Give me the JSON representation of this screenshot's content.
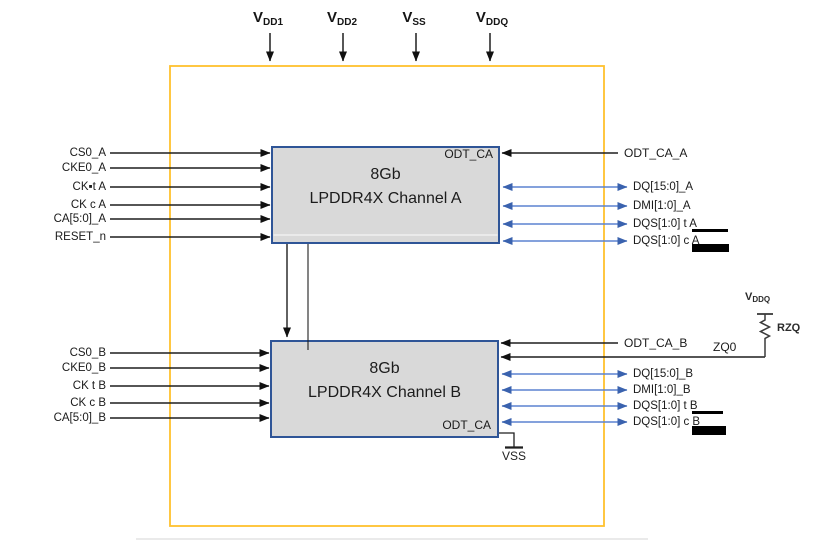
{
  "power_rails": [
    {
      "base": "V",
      "sub": "DD1"
    },
    {
      "base": "V",
      "sub": "DD2"
    },
    {
      "base": "V",
      "sub": "SS"
    },
    {
      "base": "V",
      "sub": "DDQ"
    }
  ],
  "channel_a": {
    "size": "8Gb",
    "name": "LPDDR4X Channel A",
    "odt_pin": "ODT_CA",
    "inputs": [
      "CS0_A",
      "CKE0_A",
      "CK▪t A",
      "CK c A",
      "CA[5:0]_A",
      "RESET_n"
    ],
    "odt_signal": "ODT_CA_A",
    "bus_signals": [
      "DQ[15:0]_A",
      "DMI[1:0]_A",
      "DQS[1:0] t A",
      "DQS[1:0] c A"
    ]
  },
  "channel_b": {
    "size": "8Gb",
    "name": "LPDDR4X Channel B",
    "odt_pin": "ODT_CA",
    "inputs": [
      "CS0_B",
      "CKE0_B",
      "CK t B",
      "CK c B",
      "CA[5:0]_B"
    ],
    "odt_signal": "ODT_CA_B",
    "zq_signal": "ZQ0",
    "bus_signals": [
      "DQ[15:0]_B",
      "DMI[1:0]_B",
      "DQS[1:0] t B",
      "DQS[1:0] c B"
    ],
    "ground_label": "VSS"
  },
  "zq_network": {
    "rail_base": "V",
    "rail_sub": "DDQ",
    "resistor_label": "RZQ"
  },
  "colors": {
    "package_outline": "#FFC12E",
    "block_fill": "#D9D9D9",
    "block_border": "#2F5597",
    "bus_blue": "#5B82D0",
    "signal_black": "#1F1F1F"
  }
}
